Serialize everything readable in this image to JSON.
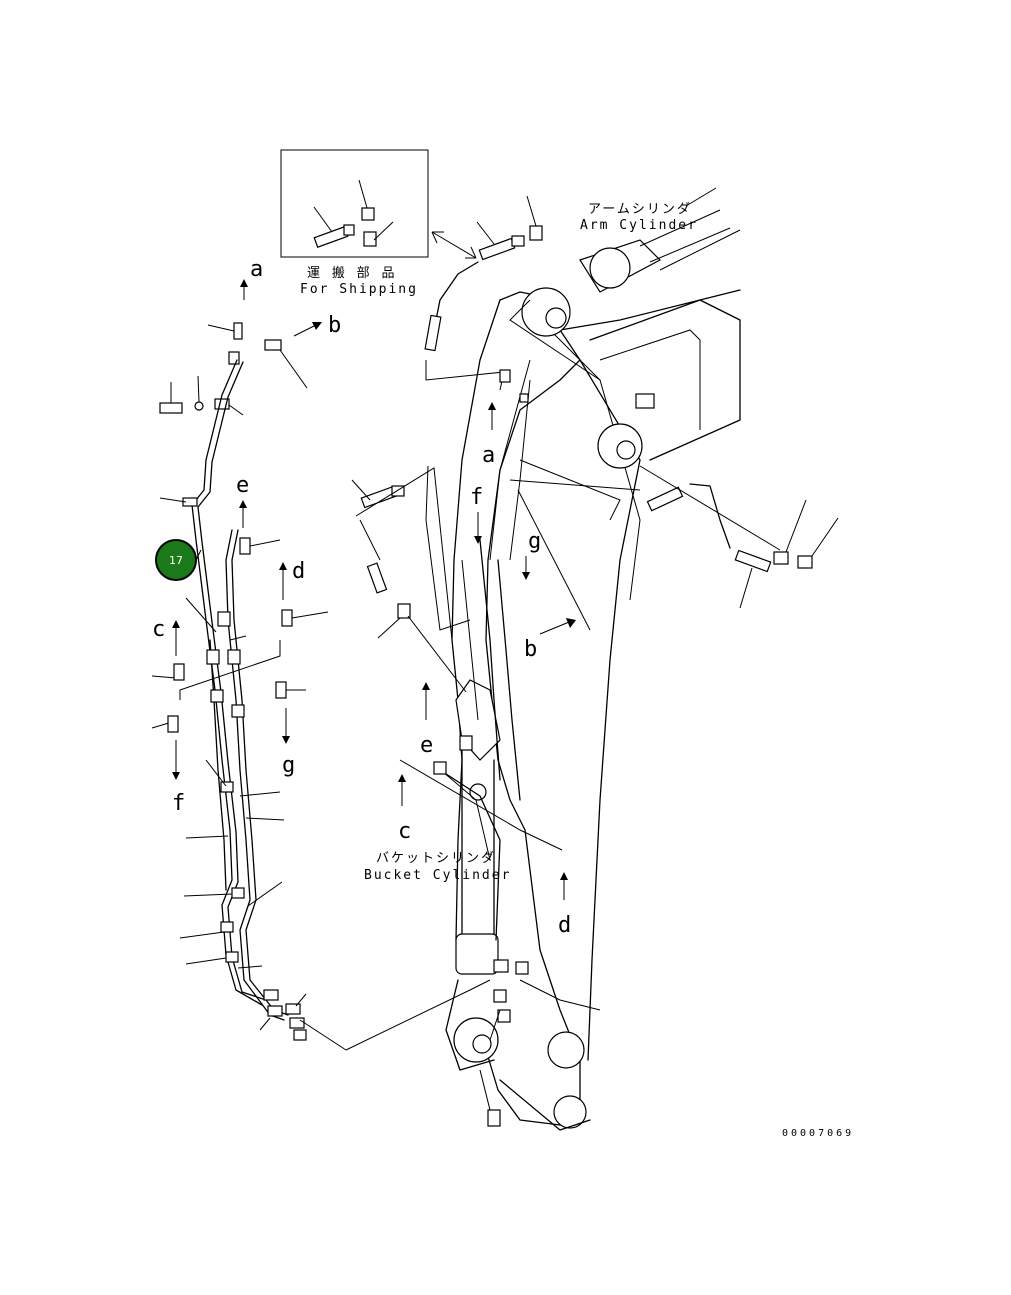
{
  "diagram": {
    "badge_number": "17",
    "shipping_caption_jp": "運 搬 部 品",
    "shipping_caption_en": "For Shipping",
    "arm_cylinder_jp": "アームシリンダ",
    "arm_cylinder_en": "Arm Cylinder",
    "bucket_cylinder_jp": "バケットシリンダ",
    "bucket_cylinder_en": "Bucket Cylinder",
    "drawing_code": "00007069",
    "connection_letters": {
      "a1": "a",
      "b1": "b",
      "e1": "e",
      "d1": "d",
      "c1": "c",
      "g1": "g",
      "f1": "f",
      "a2": "a",
      "f2": "f",
      "g2": "g",
      "b2": "b",
      "e2": "e",
      "c2": "c",
      "d2": "d"
    },
    "badge_color": "#1a7a1a"
  }
}
